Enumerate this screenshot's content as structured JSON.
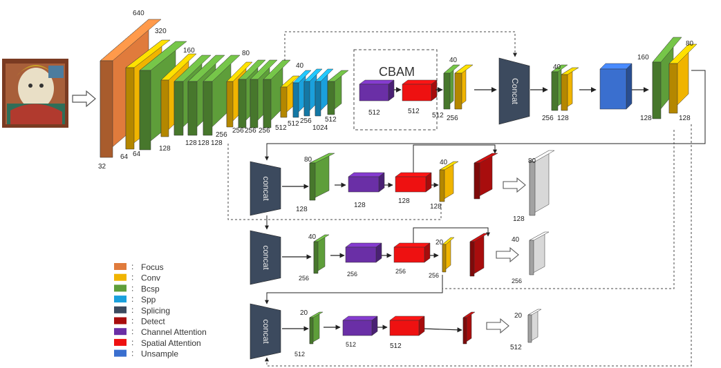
{
  "colors": {
    "focus": "#e07b3c",
    "conv": "#f0b400",
    "bcsp": "#5e9e3a",
    "spp": "#1aa0dc",
    "splicing": "#3c4a5e",
    "detect": "#a80d0d",
    "channel_attention": "#6a2fa6",
    "spatial_attention": "#ee1111",
    "unsample": "#3a6fcf",
    "output": "#d8d8d8"
  },
  "backbone": {
    "top_labels": [
      "640",
      "320",
      "160",
      "80",
      "40"
    ],
    "bottom_labels": [
      "32",
      "64",
      "64",
      "128",
      "128",
      "128",
      "128",
      "256",
      "256",
      "256",
      "256",
      "512",
      "512",
      "256",
      "1024",
      "512"
    ],
    "cbam_title": "CBAM",
    "cbam_values": [
      "512",
      "512",
      "512"
    ]
  },
  "neck": {
    "concat_label": "Concat",
    "top_labels": [
      "40",
      "40",
      "160",
      "80"
    ],
    "bottom_labels": [
      "256",
      "256",
      "128",
      "128",
      "128"
    ]
  },
  "head1": {
    "concat_label": "concat",
    "top_labels": [
      "80",
      "40",
      "80"
    ],
    "bottom_labels": [
      "128",
      "128",
      "128",
      "128",
      "128"
    ]
  },
  "head2": {
    "concat_label": "concat",
    "top_labels": [
      "40",
      "20",
      "40"
    ],
    "bottom_labels": [
      "256",
      "256",
      "256",
      "256",
      "256"
    ]
  },
  "head3": {
    "concat_label": "concat",
    "top_labels": [
      "20",
      "20"
    ],
    "bottom_labels": [
      "512",
      "512",
      "512",
      "512"
    ]
  },
  "legend": [
    {
      "sep": ":",
      "label": "Focus"
    },
    {
      "sep": ":",
      "label": "Conv"
    },
    {
      "sep": ":",
      "label": "Bcsp"
    },
    {
      "sep": ":",
      "label": "Spp"
    },
    {
      "sep": ":",
      "label": "Splicing"
    },
    {
      "sep": ":",
      "label": "Detect"
    },
    {
      "sep": ":",
      "label": "Channel Attention"
    },
    {
      "sep": ":",
      "label": "Spatial Attention"
    },
    {
      "sep": ":",
      "label": "Unsample"
    }
  ]
}
